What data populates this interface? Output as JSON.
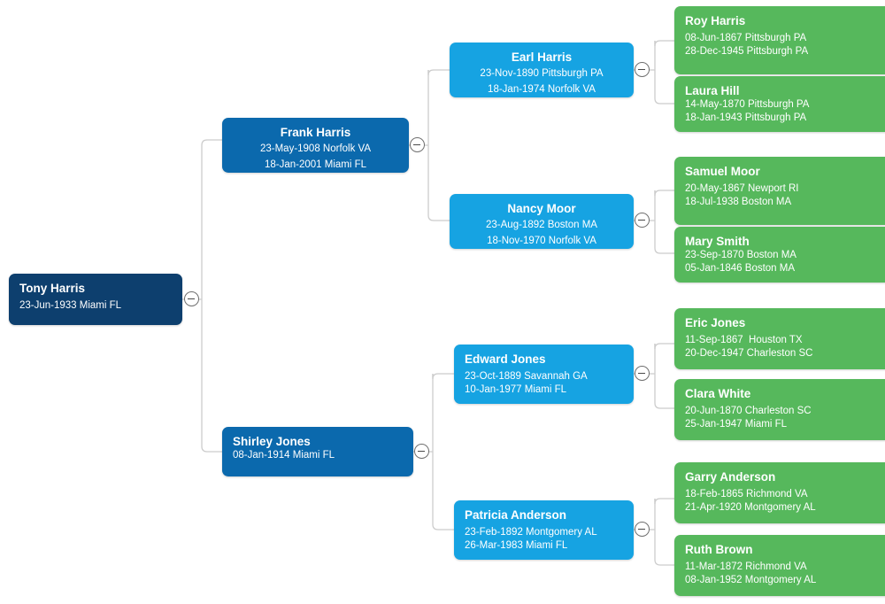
{
  "diagram": {
    "type": "family-tree",
    "orientation": "left-to-right",
    "colors": {
      "generation_1": "#0d3f6e",
      "generation_2": "#0b69ad",
      "generation_3": "#16a3e2",
      "generation_4": "#56b85c",
      "connector": "#cccccc",
      "toggle_border": "#6f6f6f",
      "background": "#ffffff"
    },
    "toggle_icon": "minus-circle-icon"
  },
  "people": {
    "root": {
      "name": "Tony Harris",
      "line1": "23-Jun-1933 Miami FL",
      "line2": ""
    },
    "frank_harris": {
      "name": "Frank Harris",
      "line1": "23-May-1908 Norfolk VA",
      "line2": "18-Jan-2001 Miami FL"
    },
    "shirley_jones": {
      "name": "Shirley Jones",
      "line1": "08-Jan-1914 Miami FL",
      "line2": ""
    },
    "earl_harris": {
      "name": "Earl Harris",
      "line1": "23-Nov-1890 Pittsburgh PA",
      "line2": "18-Jan-1974 Norfolk VA"
    },
    "nancy_moor": {
      "name": "Nancy Moor",
      "line1": "23-Aug-1892 Boston MA",
      "line2": "18-Nov-1970 Norfolk VA"
    },
    "edward_jones": {
      "name": "Edward Jones",
      "line1": "23-Oct-1889 Savannah GA",
      "line2": "10-Jan-1977 Miami FL"
    },
    "patricia_anderson": {
      "name": "Patricia Anderson",
      "line1": "23-Feb-1892 Montgomery AL",
      "line2": "26-Mar-1983 Miami FL"
    },
    "roy_harris": {
      "name": "Roy Harris",
      "line1": "08-Jun-1867 Pittsburgh PA",
      "line2": "28-Dec-1945 Pittsburgh PA"
    },
    "laura_hill": {
      "name": "Laura Hill",
      "line1": "14-May-1870 Pittsburgh PA",
      "line2": "18-Jan-1943 Pittsburgh PA"
    },
    "samuel_moor": {
      "name": "Samuel Moor",
      "line1": "20-May-1867 Newport RI",
      "line2": "18-Jul-1938 Boston MA"
    },
    "mary_smith": {
      "name": "Mary Smith",
      "line1": "23-Sep-1870 Boston MA",
      "line2": "05-Jan-1846 Boston MA"
    },
    "eric_jones": {
      "name": "Eric Jones",
      "line1": "11-Sep-1867  Houston TX",
      "line2": "20-Dec-1947 Charleston SC"
    },
    "clara_white": {
      "name": "Clara White",
      "line1": "20-Jun-1870 Charleston SC",
      "line2": "25-Jan-1947 Miami FL"
    },
    "garry_anderson": {
      "name": "Garry Anderson",
      "line1": "18-Feb-1865 Richmond VA",
      "line2": "21-Apr-1920 Montgomery AL"
    },
    "ruth_brown": {
      "name": "Ruth Brown",
      "line1": "11-Mar-1872 Richmond VA",
      "line2": "08-Jan-1952 Montgomery AL"
    }
  }
}
